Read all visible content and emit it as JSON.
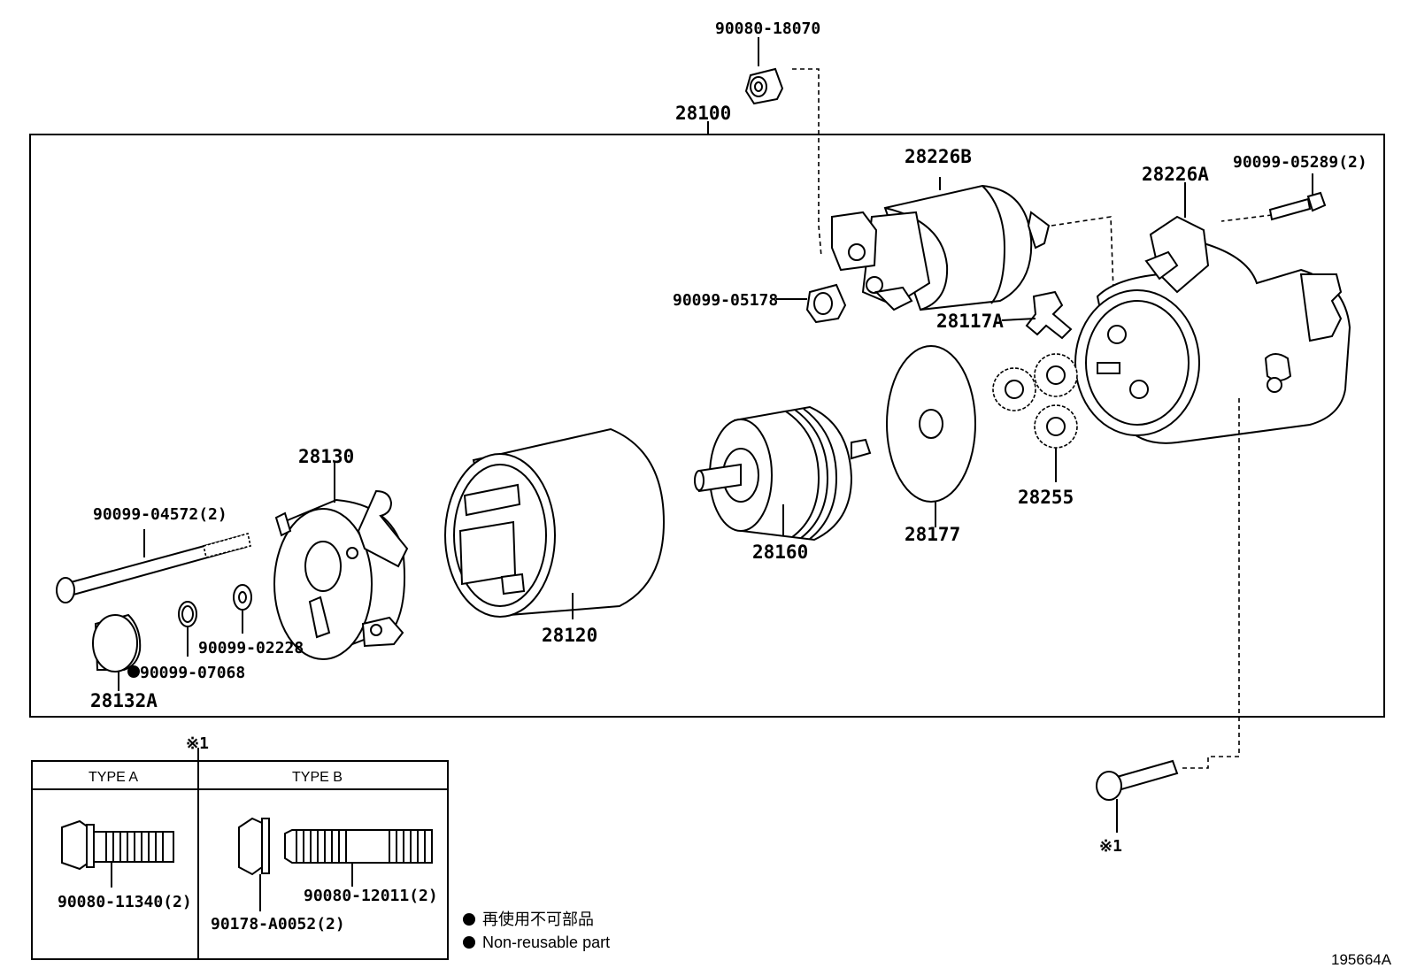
{
  "assembly": {
    "part_no": "28100"
  },
  "parts": {
    "nut_top": "90080-18070",
    "solenoid": "28226B",
    "nut_terminal": "90099-05178",
    "lever": "28117A",
    "housing": "28226A",
    "screw_housing": "90099-05289(2)",
    "planetary_gear": "28255",
    "plate": "28177",
    "armature": "28160",
    "yoke": "28120",
    "end_frame": "28130",
    "through_bolt": "90099-04572(2)",
    "washer": "90099-02228",
    "ring": "90099-07068",
    "cap": "28132A"
  },
  "note_marker": "※1",
  "bolt_note": "※1",
  "types_table": {
    "type_a_header": "TYPE A",
    "type_b_header": "TYPE B",
    "type_a_part": "90080-11340(2)",
    "type_b_part1": "90080-12011(2)",
    "type_b_part2": "90178-A0052(2)"
  },
  "legend": {
    "jp": "再使用不可部品",
    "en": "Non-reusable part"
  },
  "drawing_no": "195664A"
}
